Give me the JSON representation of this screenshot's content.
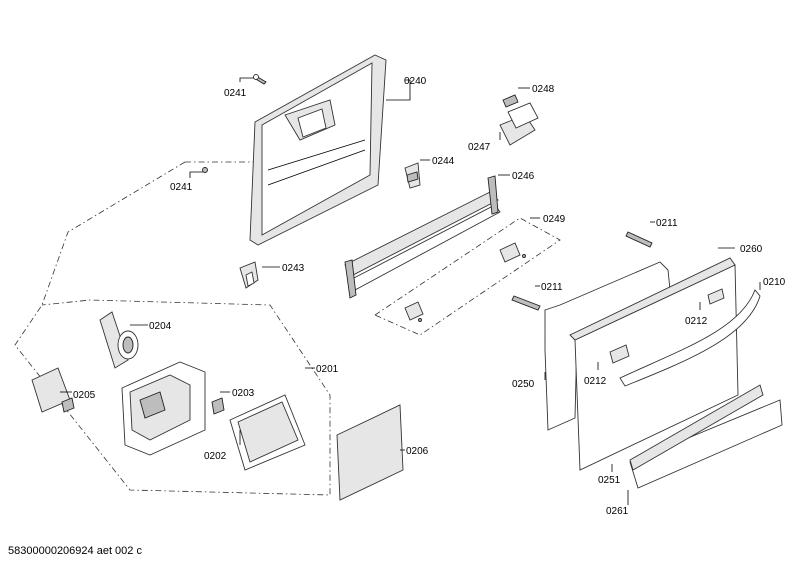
{
  "parts": {
    "p0201": "0201",
    "p0202": "0202",
    "p0203": "0203",
    "p0204": "0204",
    "p0205": "0205",
    "p0206": "0206",
    "p0210": "0210",
    "p0211a": "0211",
    "p0211b": "0211",
    "p0212a": "0212",
    "p0212b": "0212",
    "p0240": "0240",
    "p0241a": "0241",
    "p0241b": "0241",
    "p0243": "0243",
    "p0244": "0244",
    "p0246": "0246",
    "p0247": "0247",
    "p0248": "0248",
    "p0249": "0249",
    "p0250": "0250",
    "p0251": "0251",
    "p0260": "0260",
    "p0261": "0261"
  },
  "footer": {
    "code": "58300000206924 aet 002 c"
  },
  "colors": {
    "line": "#333333",
    "fill_light": "#e6e6e6",
    "fill_dark": "#bdbdbd"
  }
}
